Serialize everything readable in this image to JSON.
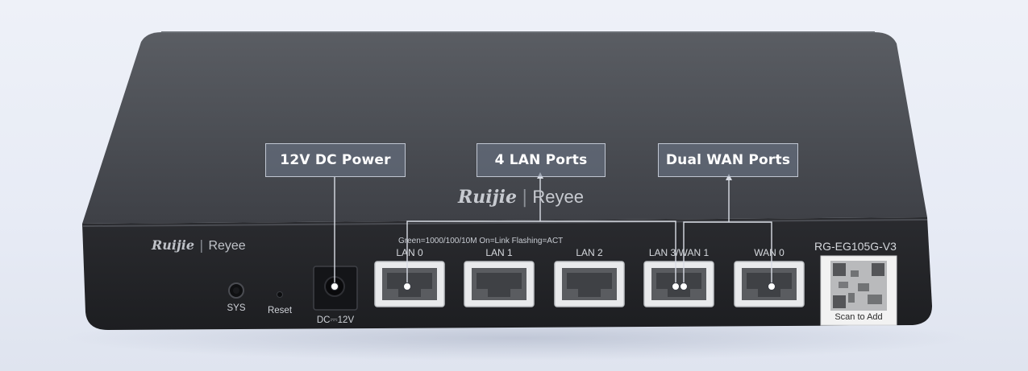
{
  "callouts": {
    "power": "12V DC Power",
    "lan": "4 LAN Ports",
    "wan": "Dual WAN Ports"
  },
  "brand": {
    "logo": "Ruijie",
    "separator": "|",
    "product_line": "Reyee"
  },
  "legend": "Green=1000/100/10M  On=Link  Flashing=ACT",
  "model": "RG-EG105G-V3",
  "ports": [
    {
      "label": "LAN 0"
    },
    {
      "label": "LAN 1"
    },
    {
      "label": "LAN 2"
    },
    {
      "label": "LAN 3/WAN 1"
    },
    {
      "label": "WAN 0"
    }
  ],
  "front_labels": {
    "sys": "SYS",
    "reset": "Reset",
    "dc": "DC​⎓12V"
  },
  "qr": {
    "caption": "Scan to Add"
  }
}
